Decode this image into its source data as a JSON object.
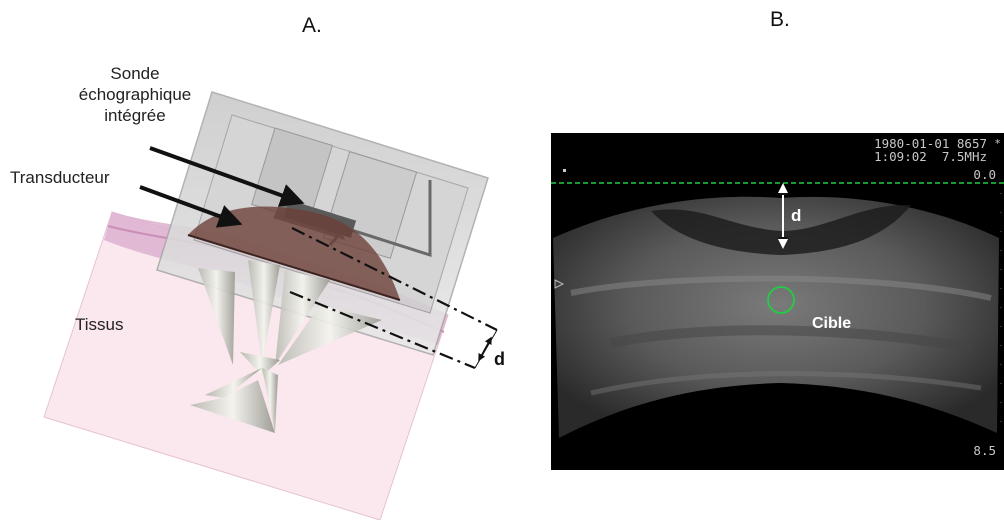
{
  "panel_a": {
    "label": "A.",
    "probe_label": "Sonde échographique intégrée",
    "transducer_label": "Transducteur",
    "tissue_label": "Tissus",
    "distance_label": "d"
  },
  "panel_b": {
    "label": "B.",
    "date_text": "1980-01-01 8657",
    "time_freq_text": "1:09:02  7.5MHz",
    "depth_top": "0.0",
    "depth_bottom": "8.5",
    "distance_label": "d",
    "target_label": "Cible",
    "star": "*"
  },
  "colors": {
    "tissue_fill": "#f7dde6",
    "skin_layer": "#dba3c8",
    "guide_line": "#22cc44",
    "target_circle": "#22cc44",
    "transducer": "#6b3d36",
    "housing": "#d9d9d9"
  }
}
